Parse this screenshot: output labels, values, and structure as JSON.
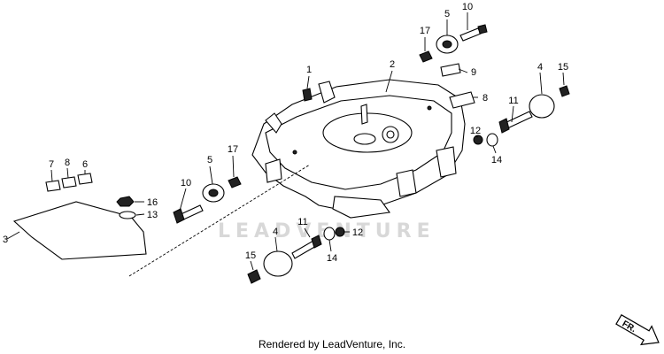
{
  "watermark": "LEADVENTURE",
  "credit": "Rendered by LeadVenture, Inc.",
  "direction_label": "FR.",
  "callouts": [
    {
      "id": "c1",
      "text": "1"
    },
    {
      "id": "c2",
      "text": "2"
    },
    {
      "id": "c3",
      "text": "3"
    },
    {
      "id": "c4a",
      "text": "4"
    },
    {
      "id": "c4b",
      "text": "4"
    },
    {
      "id": "c5a",
      "text": "5"
    },
    {
      "id": "c5b",
      "text": "5"
    },
    {
      "id": "c6",
      "text": "6"
    },
    {
      "id": "c7",
      "text": "7"
    },
    {
      "id": "c8a",
      "text": "8"
    },
    {
      "id": "c8b",
      "text": "8"
    },
    {
      "id": "c9",
      "text": "9"
    },
    {
      "id": "c10a",
      "text": "10"
    },
    {
      "id": "c10b",
      "text": "10"
    },
    {
      "id": "c11a",
      "text": "11"
    },
    {
      "id": "c11b",
      "text": "11"
    },
    {
      "id": "c12a",
      "text": "12"
    },
    {
      "id": "c12b",
      "text": "12"
    },
    {
      "id": "c13",
      "text": "13"
    },
    {
      "id": "c14a",
      "text": "14"
    },
    {
      "id": "c14b",
      "text": "14"
    },
    {
      "id": "c15a",
      "text": "15"
    },
    {
      "id": "c15b",
      "text": "15"
    },
    {
      "id": "c16",
      "text": "16"
    },
    {
      "id": "c17a",
      "text": "17"
    },
    {
      "id": "c17b",
      "text": "17"
    }
  ]
}
